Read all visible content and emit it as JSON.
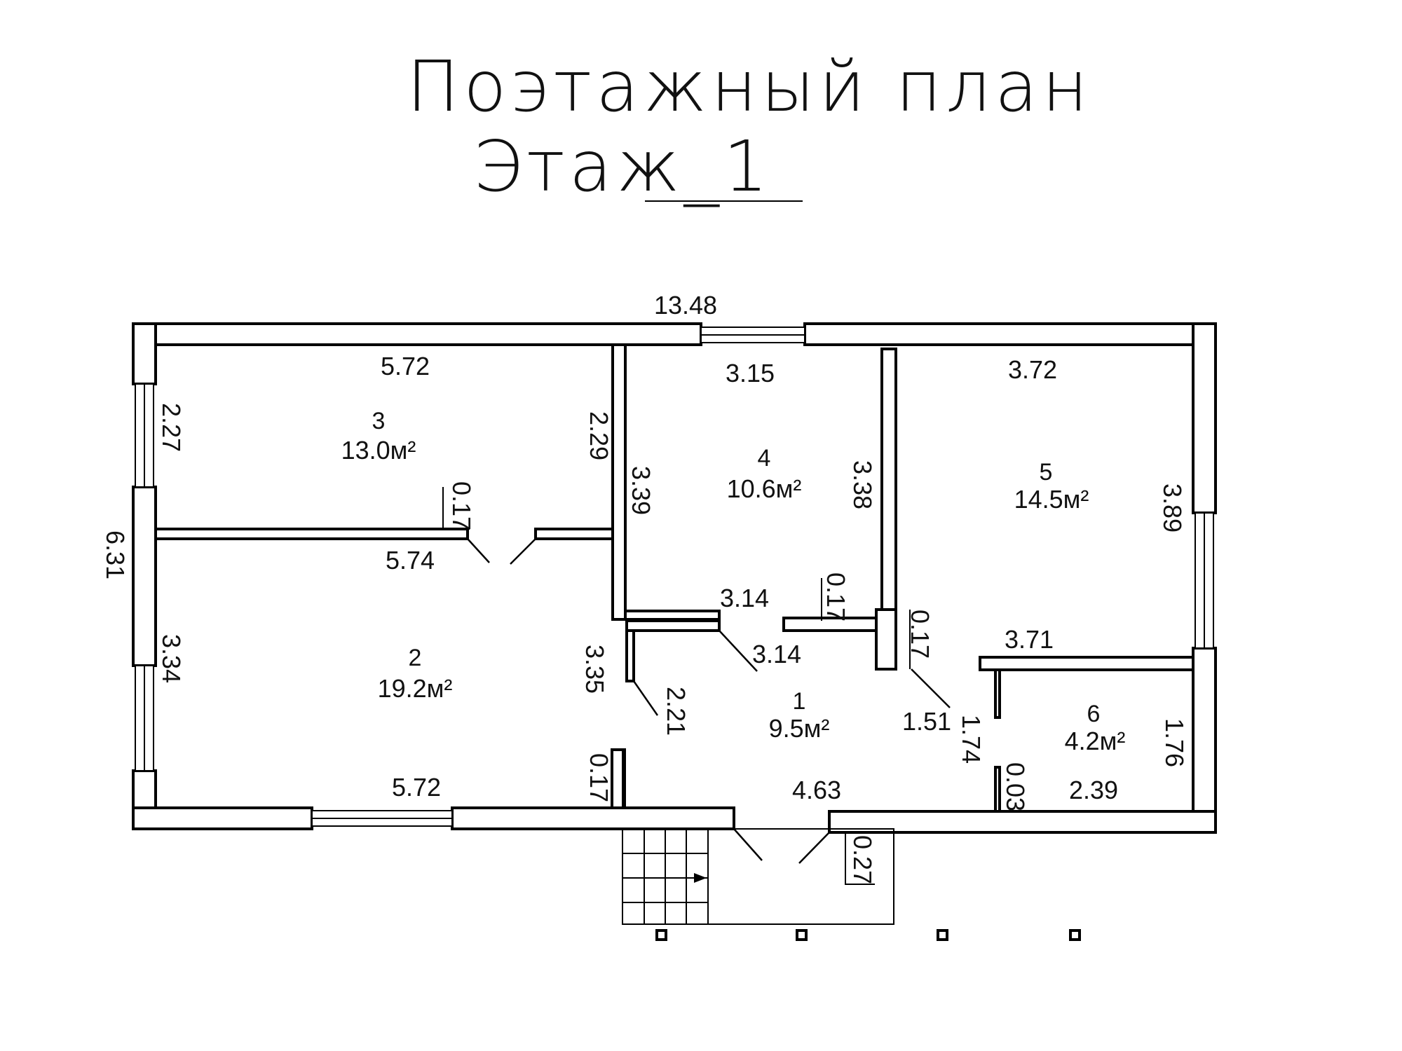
{
  "title": {
    "main": "Поэтажный план",
    "floor": "Этаж_1"
  },
  "rooms": [
    {
      "number": "1",
      "area": "9.5м²"
    },
    {
      "number": "2",
      "area": "19.2м²"
    },
    {
      "number": "3",
      "area": "13.0м²"
    },
    {
      "number": "4",
      "area": "10.6м²"
    },
    {
      "number": "5",
      "area": "14.5м²"
    },
    {
      "number": "6",
      "area": "4.2м²"
    }
  ],
  "dimensions": {
    "overall_width": "13.48",
    "overall_depth": "6.31",
    "room3_width_top": "5.72",
    "room3_depth_left": "2.27",
    "room3_depth_right": "2.29",
    "partition_offset_3": "0.17",
    "room2_width_top": "5.74",
    "room2_depth_left": "3.34",
    "room2_depth_right": "3.35",
    "room2_width_bottom": "5.72",
    "partition_offset_2": "0.17",
    "room4_width_top": "3.15",
    "room4_depth_left": "3.39",
    "room4_depth_right": "3.38",
    "room4_width_bottom": "3.14",
    "partition_offset_4": "0.17",
    "hall_width_top": "3.14",
    "hall_diag": "2.21",
    "hall_width_bottom": "4.63",
    "hall_right": "1.51",
    "partition_offset_1": "0.17",
    "room5_width_top": "3.72",
    "room5_depth_right": "3.89",
    "room6_width_top": "3.71",
    "room6_depth_left": "1.74",
    "room6_depth_right": "1.76",
    "room6_width_bottom": "2.39",
    "partition_offset_6": "0.03",
    "porch_offset": "0.27"
  }
}
